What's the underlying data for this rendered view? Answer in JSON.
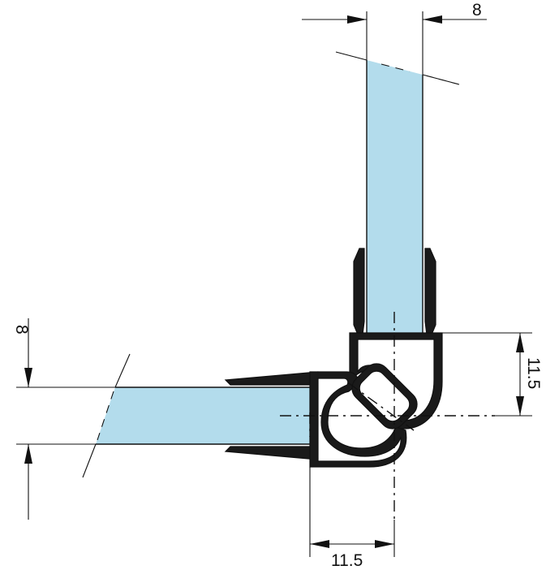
{
  "colors": {
    "glass": "#b3dcec",
    "profile": "#1a1a1a",
    "lines": "#111111",
    "background": "#ffffff"
  },
  "dimensions": {
    "top_width": "8",
    "left_thickness": "8",
    "right_offset": "11.5",
    "bottom_offset": "11.5"
  }
}
